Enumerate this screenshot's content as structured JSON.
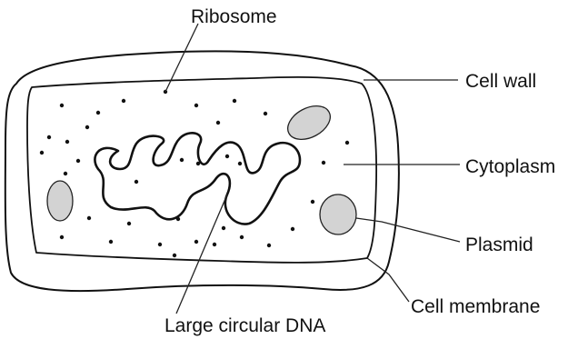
{
  "labels": {
    "ribosome": "Ribosome",
    "cell_wall": "Cell wall",
    "cytoplasm": "Cytoplasm",
    "plasmid": "Plasmid",
    "cell_membrane": "Cell membrane",
    "dna": "Large circular DNA"
  },
  "colors": {
    "cytoplasm_fill": "#d3d3d3",
    "outline": "#111111",
    "background": "#ffffff"
  }
}
